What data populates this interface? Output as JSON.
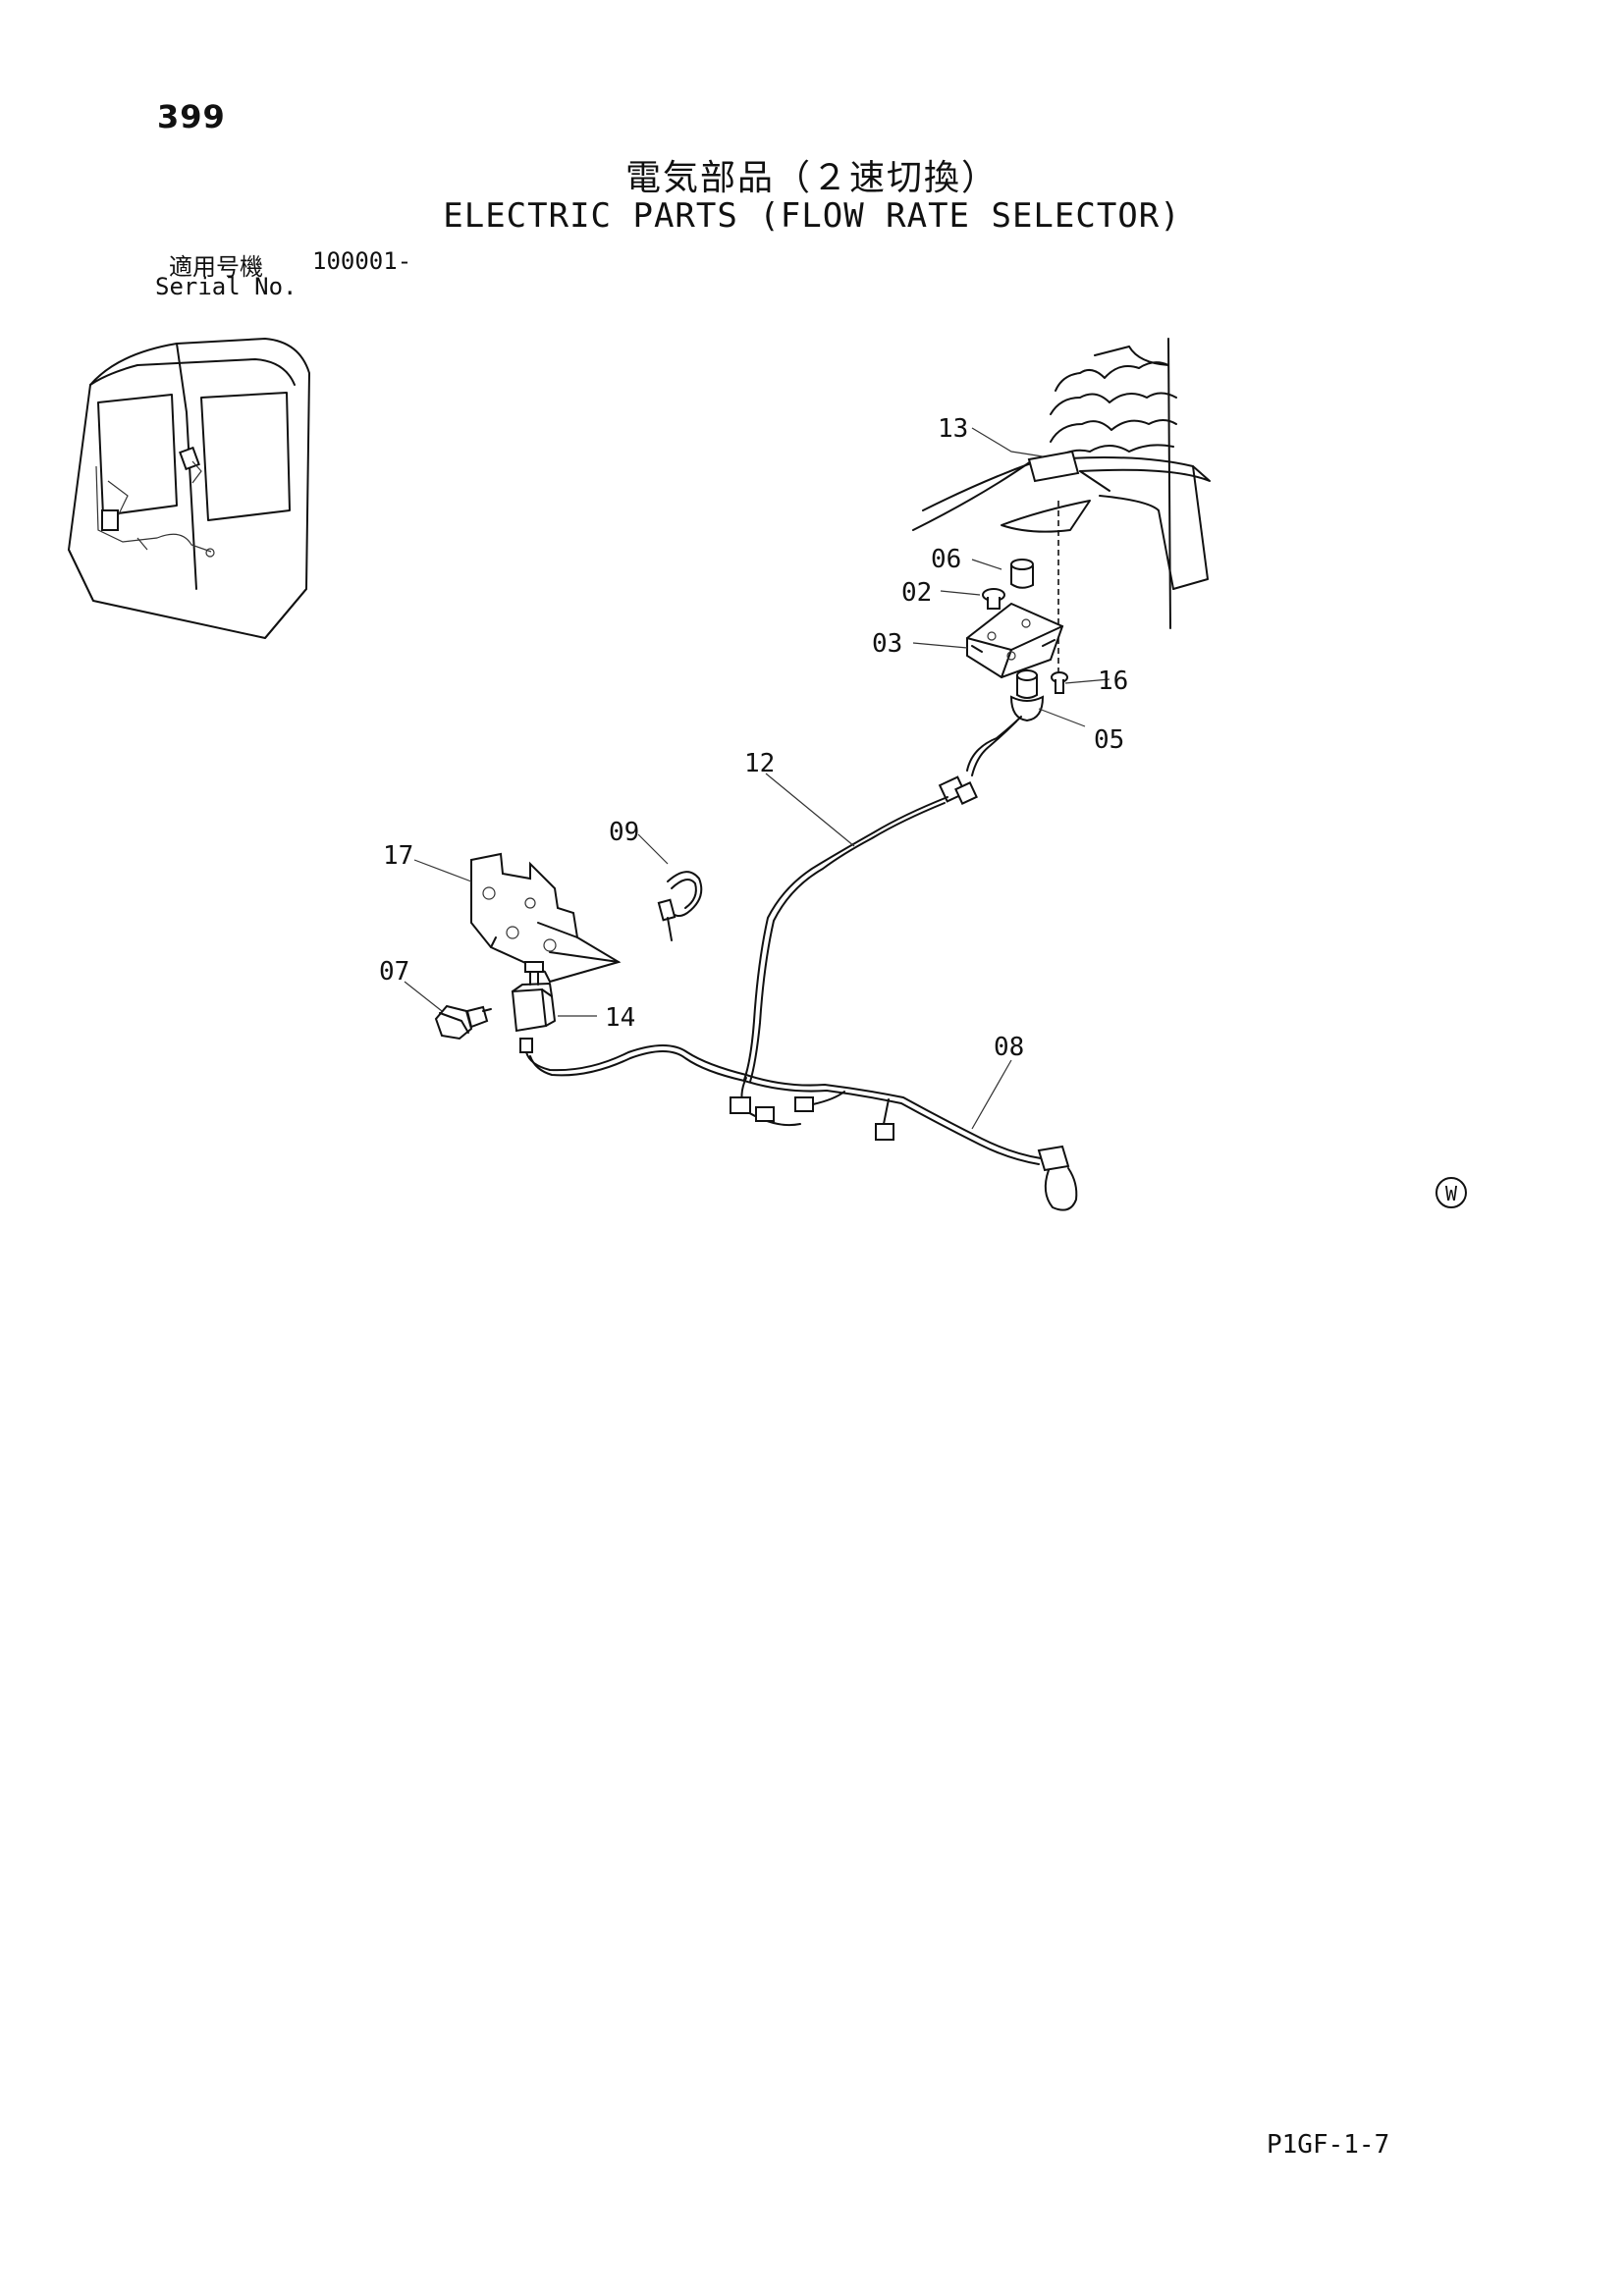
{
  "page": {
    "number": "399",
    "title_jp": "電気部品（２速切換）",
    "title_en": "ELECTRIC PARTS (FLOW RATE SELECTOR)",
    "serial_label_jp": "適用号機",
    "serial_value": "100001-",
    "serial_label_en": "Serial No.",
    "doc_code": "P1GF-1-7"
  },
  "callouts": {
    "c13": "13",
    "c06": "06",
    "c02": "02",
    "c03": "03",
    "c16": "16",
    "c05": "05",
    "c12": "12",
    "c09": "09",
    "c17": "17",
    "c07": "07",
    "c14": "14",
    "c08": "08"
  },
  "mark": {
    "w": "W"
  }
}
